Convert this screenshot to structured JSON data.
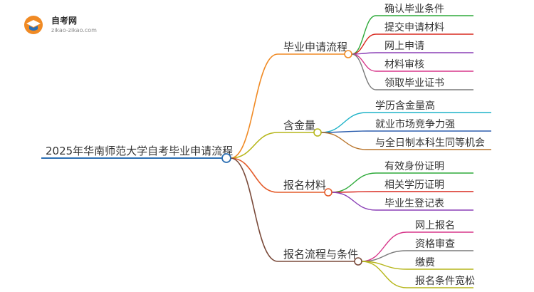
{
  "logo": {
    "name": "自考网",
    "url": "zikao-zikao.com",
    "colors": {
      "orange": "#f08a24",
      "blue": "#2b6fb6"
    }
  },
  "root": {
    "label": "2025年华南师范大学自考毕业申请流程",
    "color": "#2c6fb3"
  },
  "branches": [
    {
      "id": "graduation-apply",
      "label": "毕业申请流程",
      "color": "#f08a24",
      "children": [
        {
          "label": "确认毕业条件",
          "color": "#2eaa3a"
        },
        {
          "label": "提交申请材料",
          "color": "#d9281f"
        },
        {
          "label": "网上申请",
          "color": "#8a3fb6"
        },
        {
          "label": "材料审核",
          "color": "#d7368a"
        },
        {
          "label": "领取毕业证书",
          "color": "#7a7a7a"
        }
      ]
    },
    {
      "id": "value",
      "label": "含金量",
      "color": "#b6b61a",
      "children": [
        {
          "label": "学历含金量高",
          "color": "#1fb3c8"
        },
        {
          "label": "就业市场竞争力强",
          "color": "#2e5fae"
        },
        {
          "label": "与全日制本科生同等机会",
          "color": "#b8742a"
        }
      ]
    },
    {
      "id": "materials",
      "label": "报名材料",
      "color": "#e45b2a",
      "children": [
        {
          "label": "有效身份证明",
          "color": "#2eaa3a"
        },
        {
          "label": "相关学历证明",
          "color": "#d9281f"
        },
        {
          "label": "毕业生登记表",
          "color": "#8a3fb6"
        }
      ]
    },
    {
      "id": "process",
      "label": "报名流程与条件",
      "color": "#7a4a3a",
      "children": [
        {
          "label": "网上报名",
          "color": "#d7368a"
        },
        {
          "label": "资格审查",
          "color": "#7a7a7a"
        },
        {
          "label": "缴费",
          "color": "#b6b61a"
        },
        {
          "label": "报名条件宽松",
          "color": "#b6b61a"
        }
      ]
    }
  ]
}
